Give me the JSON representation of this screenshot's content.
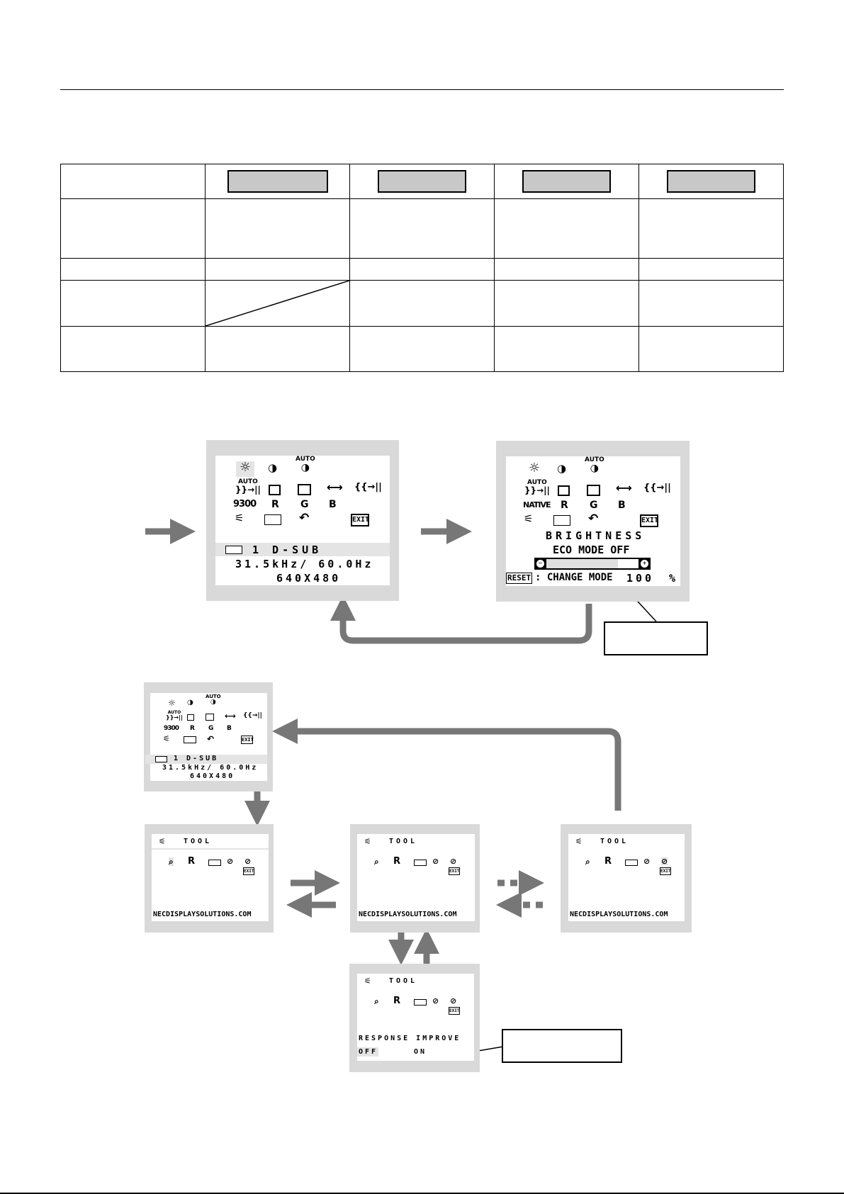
{
  "menu": {
    "row1": [
      "AUTO",
      "AUTO"
    ],
    "icons": {
      "brightness": "sun-icon",
      "contrast": "half-circle-icon",
      "auto_contrast": "auto-contrast-icon",
      "auto_adjust": "auto-adjust-icon",
      "h_size": "horizontal-arrows-icon",
      "fine": "fine-adjust-icon",
      "tool": "wrench-icon",
      "osd": "keyboard-icon",
      "reset": "return-arrow-icon",
      "exit": "exit-icon"
    },
    "color_preset": "9300",
    "color_native": "NATIVE",
    "r": "R",
    "g": "G",
    "b": "B",
    "exit": "EXIT"
  },
  "info": {
    "input": "1  D-SUB",
    "freq": "31.5kHz/ 60.0Hz",
    "res": "640X480"
  },
  "brightness_screen": {
    "title": "BRIGHTNESS",
    "eco": "ECO MODE OFF",
    "reset_key": "RESET",
    "change": ": CHANGE MODE",
    "value": "100",
    "unit": "%",
    "level_percent": 100
  },
  "tool": {
    "title": "TOOL",
    "url": "NECDISPLAYSOLUTIONS.COM",
    "response_title": "RESPONSE  IMPROVE",
    "off": "OFF",
    "on": "ON"
  }
}
